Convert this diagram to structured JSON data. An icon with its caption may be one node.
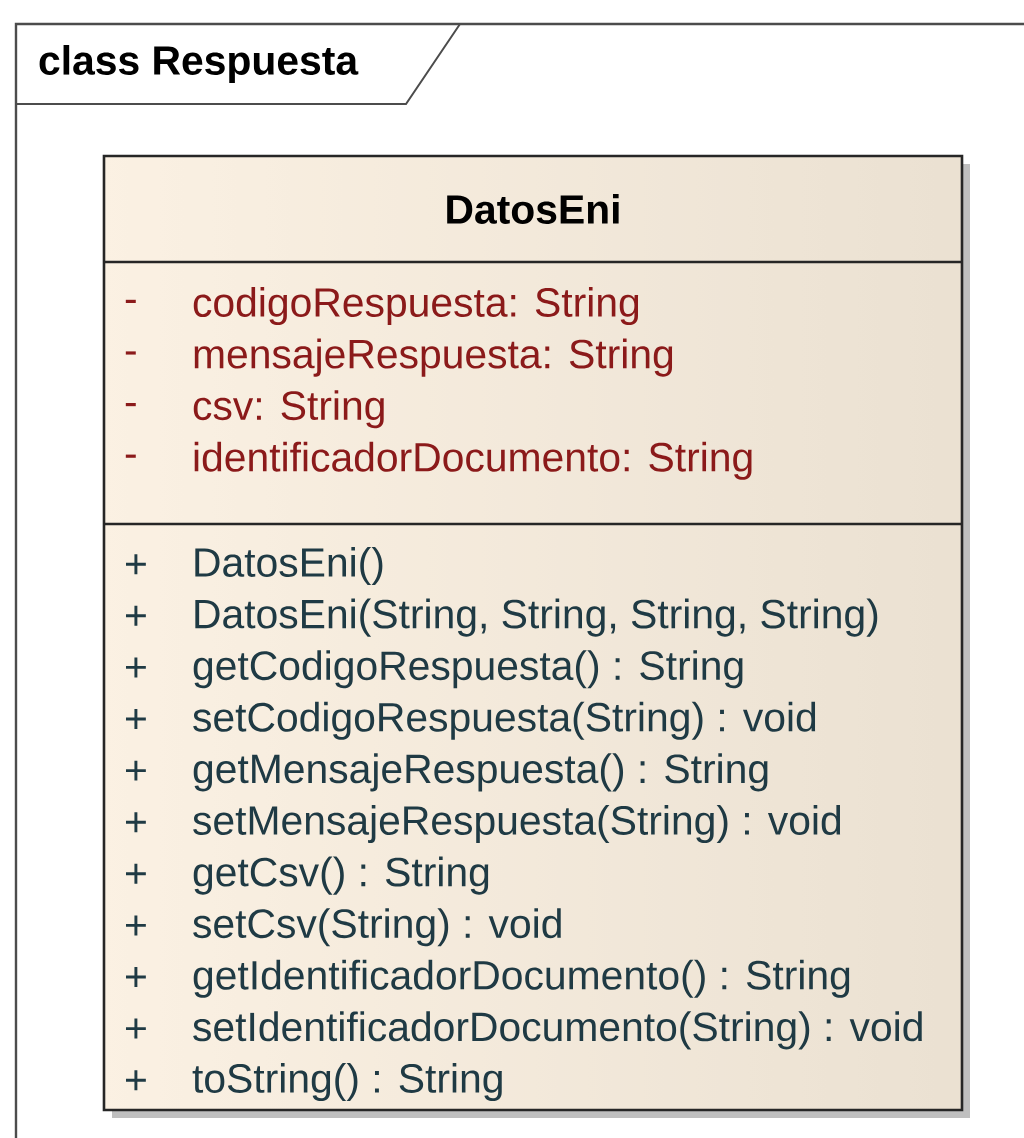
{
  "diagram": {
    "nodes": [
      {
        "text": [
          "class Respuesta"
        ]
      },
      {
        "text": [
          "DatosEni",
          "-",
          "codigoRespuesta:  String",
          "-",
          "mensajeRespuesta:  String",
          "-",
          "csv:  String",
          "-",
          "identificadorDocumento:  String",
          "+",
          "DatosEni()",
          "+",
          "DatosEni(String, String, String, String)",
          "+",
          "getCodigoRespuesta() : String",
          "+",
          "setCodigoRespuesta(String) : void",
          "+",
          "getMensajeRespuesta() : String",
          "+",
          "setMensajeRespuesta(String) : void",
          "+",
          "getCsv() : String",
          "+",
          "setCsv(String) : void",
          "+",
          "getIdentificadorDocumento() : String",
          "+",
          "setIdentificadorDocumento(String) : void",
          "+",
          "toString() : String"
        ],
        "in": 0
      }
    ],
    "edges": []
  }
}
